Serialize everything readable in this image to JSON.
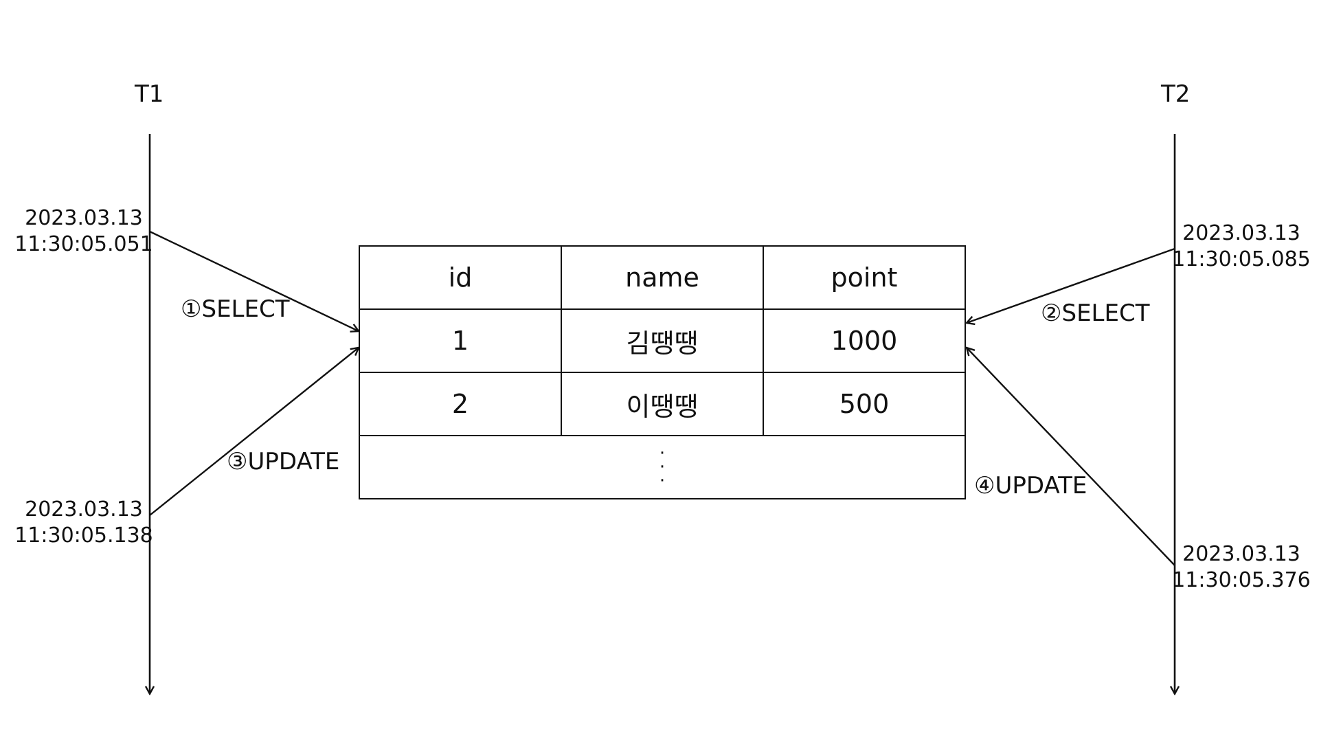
{
  "transactions": {
    "t1": {
      "label": "T1",
      "start_time": [
        "2023.03.13",
        "11:30:05.051"
      ],
      "end_time": [
        "2023.03.13",
        "11:30:05.138"
      ]
    },
    "t2": {
      "label": "T2",
      "start_time": [
        "2023.03.13",
        "11:30:05.085"
      ],
      "end_time": [
        "2023.03.13",
        "11:30:05.376"
      ]
    }
  },
  "operations": {
    "op1": "①SELECT",
    "op2": "②SELECT",
    "op3": "③UPDATE",
    "op4": "④UPDATE"
  },
  "table": {
    "headers": [
      "id",
      "name",
      "point"
    ],
    "rows": [
      [
        "1",
        "김땡땡",
        "1000"
      ],
      [
        "2",
        "이땡땡",
        "500"
      ]
    ],
    "ellipsis": [
      "·",
      "·",
      "·"
    ]
  }
}
